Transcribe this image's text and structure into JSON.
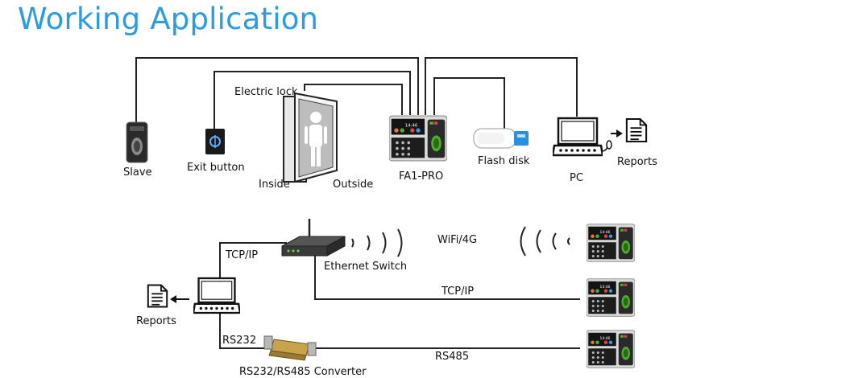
{
  "title": "Working Application",
  "labels": {
    "slave": "Slave",
    "exit_button": "Exit button",
    "electric_lock": "Electric lock",
    "inside": "Inside",
    "outside": "Outside",
    "fa1_pro": "FA1-PRO",
    "flash_disk": "Flash disk",
    "pc": "PC",
    "reports_top": "Reports",
    "tcpip_left": "TCP/IP",
    "ethernet_switch": "Ethernet Switch",
    "wifi": "WiFi/4G",
    "tcpip_mid": "TCP/IP",
    "reports_left": "Reports",
    "rs232": "RS232",
    "rs485": "RS485",
    "converter": "RS232/RS485 Converter"
  },
  "icons": {
    "slave": "fingerprint-reader-icon",
    "exit_button": "exit-button-icon",
    "door": "door-icon",
    "device": "fa1-pro-terminal-icon",
    "flash_disk": "usb-flash-disk-icon",
    "pc": "computer-icon",
    "report": "report-document-icon",
    "switch": "ethernet-switch-icon",
    "converter": "rs232-rs485-converter-icon"
  },
  "colors": {
    "title": "#2b9ce0",
    "line": "#222222",
    "converter": "#c9a24a",
    "fingerprint": "#4caf28"
  }
}
